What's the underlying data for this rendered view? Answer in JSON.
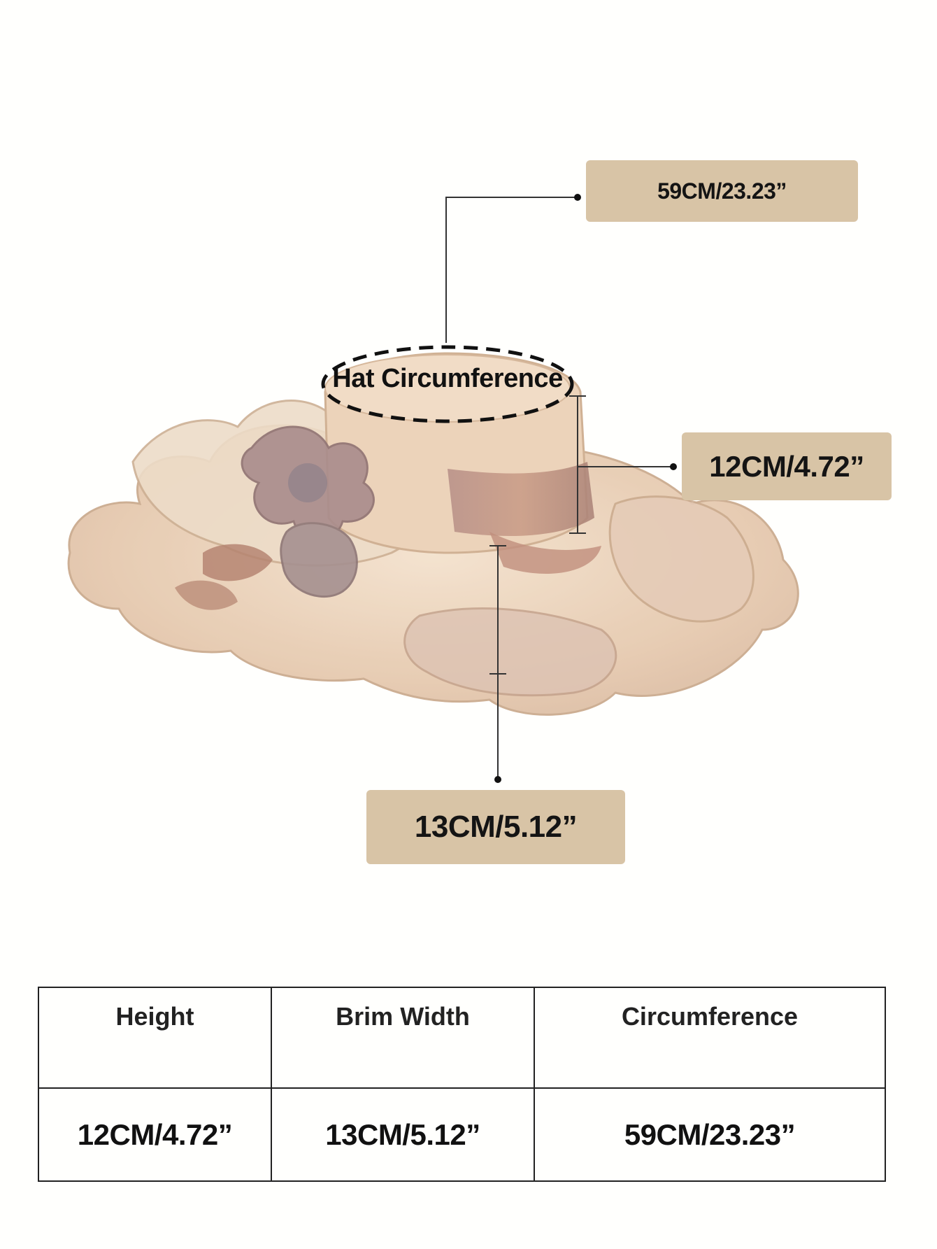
{
  "colors": {
    "background": "#fffffd",
    "label_box": "#d8c4a6",
    "text": "#111111",
    "hat_main": "#e8cfb4",
    "hat_ribbon": "#b88a78"
  },
  "diagram": {
    "hat_label": "Hat Circumference",
    "circumference_label": "59CM/23.23”",
    "height_label": "12CM/4.72”",
    "brim_label": "13CM/5.12”"
  },
  "table": {
    "headers": [
      "Height",
      "Brim Width",
      "Circumference"
    ],
    "values": [
      "12CM/4.72”",
      "13CM/5.12”",
      "59CM/23.23”"
    ]
  }
}
